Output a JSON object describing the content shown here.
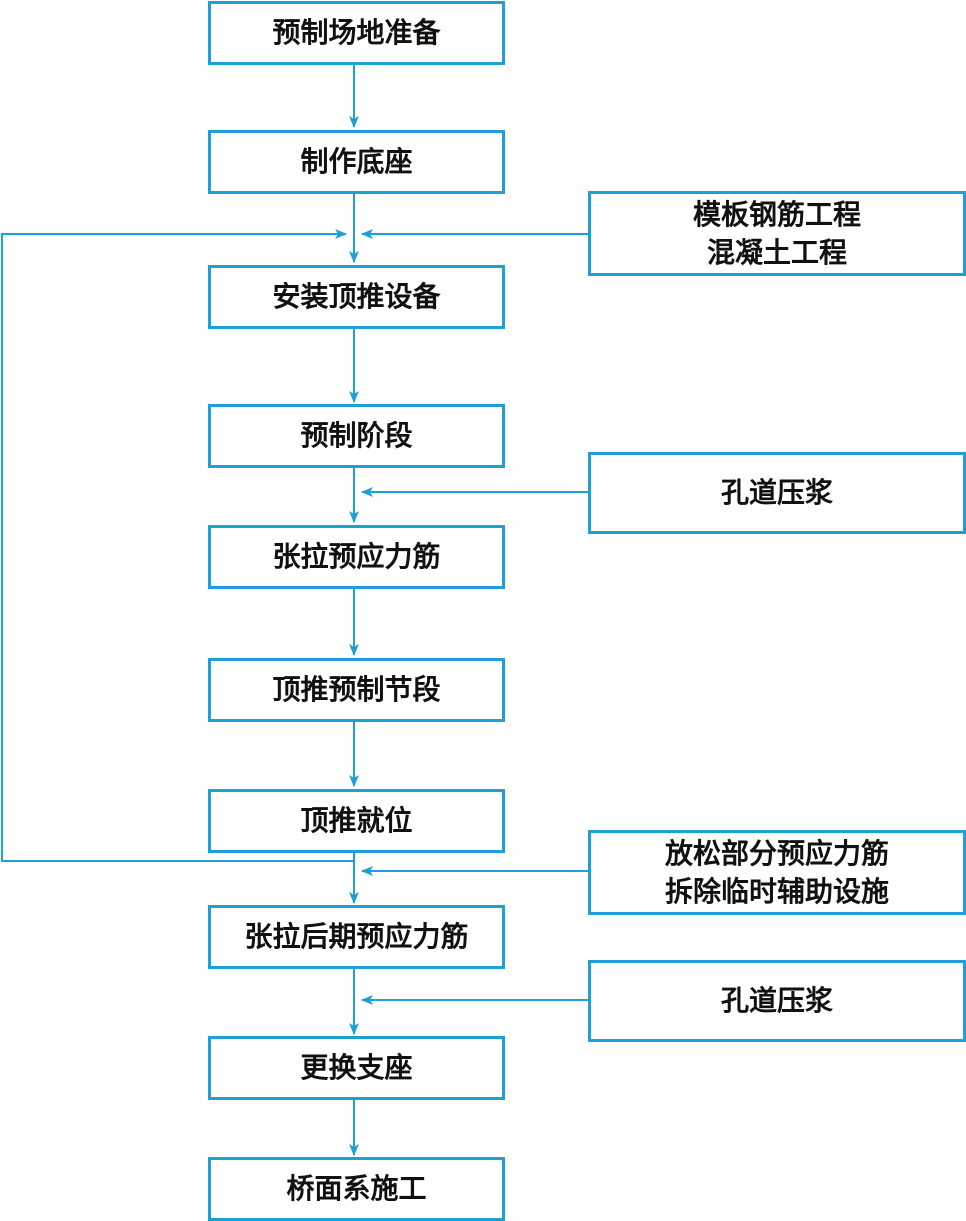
{
  "colors": {
    "line": "#1e9fd8",
    "text": "#111111",
    "background": "#ffffff"
  },
  "steps": [
    "预制场地准备",
    "制作底座",
    "安装顶推设备",
    "预制阶段",
    "张拉预应力筋",
    "顶推预制节段",
    "顶推就位",
    "张拉后期预应力筋",
    "更换支座",
    "桥面系施工"
  ],
  "side_inputs": [
    "模板钢筋工程\n混凝土工程",
    "孔道压浆",
    "放松部分预应力筋\n拆除临时辅助设施",
    "孔道压浆"
  ]
}
